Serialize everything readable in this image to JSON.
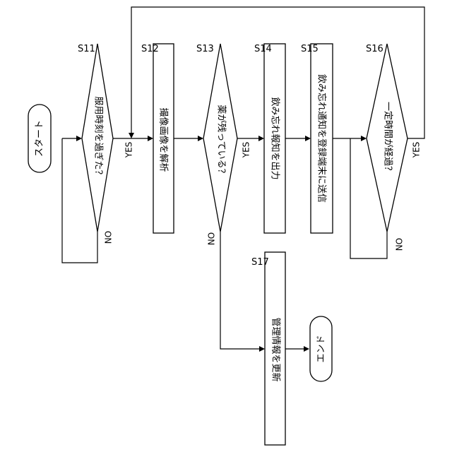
{
  "nodes": {
    "start": {
      "label": "スタート"
    },
    "s11": {
      "step": "S11",
      "label": "服用時刻を過ぎた？",
      "yes": "YES",
      "no": "NO"
    },
    "s12": {
      "step": "S12",
      "label": "撮像画像を解析"
    },
    "s13": {
      "step": "S13",
      "label": "薬が残っている？",
      "yes": "YES",
      "no": "NO"
    },
    "s14": {
      "step": "S14",
      "label": "飲み忘れ報知を出力"
    },
    "s15": {
      "step": "S15",
      "label": "飲み忘れ通知を登録端末に送信"
    },
    "s16": {
      "step": "S16",
      "label": "一定時間が経過？",
      "yes": "YES",
      "no": "NO"
    },
    "s17": {
      "step": "S17",
      "label": "管理情報を更新"
    },
    "end": {
      "label": "エンド"
    }
  }
}
